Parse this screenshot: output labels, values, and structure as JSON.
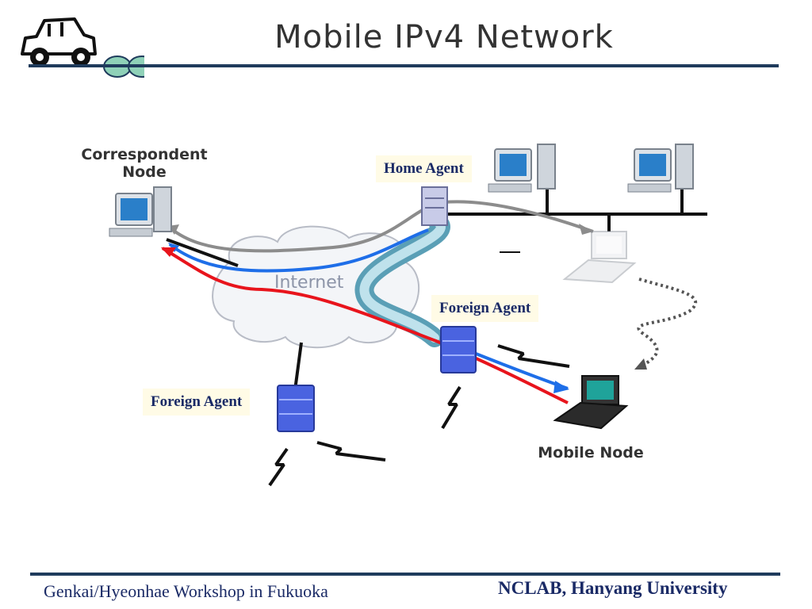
{
  "title": "Mobile IPv4 Network",
  "diagram": {
    "correspondent_node": {
      "line1": "Correspondent",
      "line2": "Node"
    },
    "home_agent": "Home Agent",
    "foreign_agent_right": "Foreign Agent",
    "foreign_agent_left": "Foreign Agent",
    "internet": "Internet",
    "mobile_node": "Mobile Node"
  },
  "colors": {
    "rule": "#1f3b5c",
    "callout_bg": "#fffbe6",
    "callout_text": "#1a2a66",
    "path_red": "#e8141c",
    "path_blue": "#1e6ee8",
    "path_gray": "#8c8c8c",
    "tunnel": "#6fb2c8",
    "agent_blue": "#4a63e0"
  },
  "footer": {
    "left": "Genkai/Hyeonhae Workshop in Fukuoka",
    "right": "NCLAB,  Hanyang University"
  }
}
